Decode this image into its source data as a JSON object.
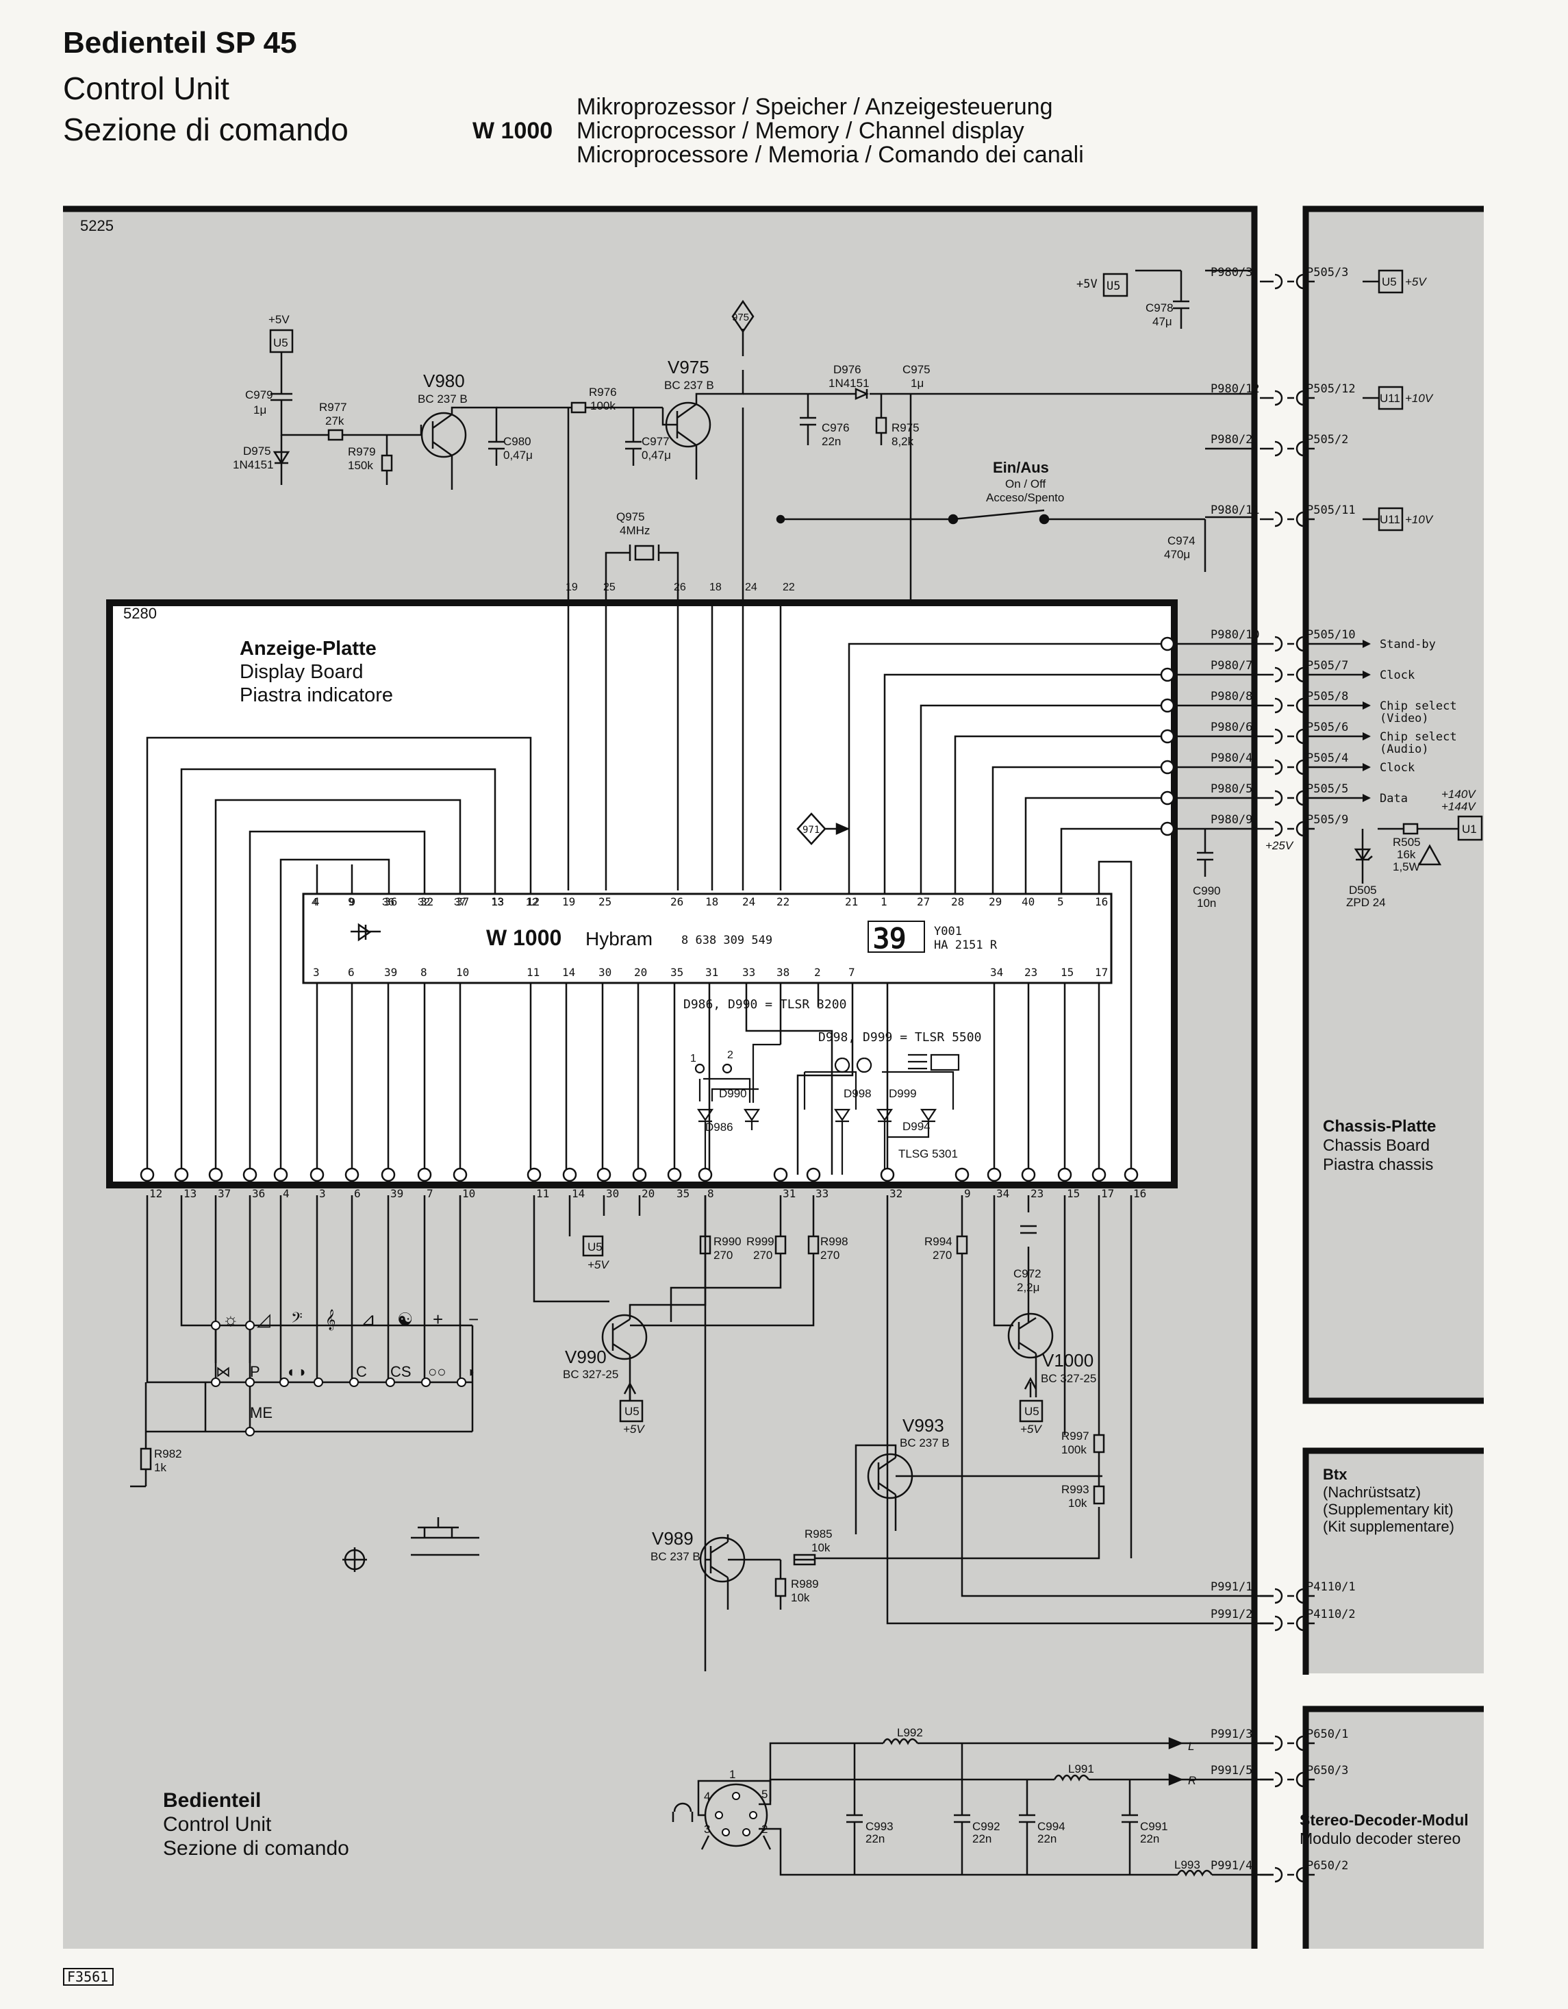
{
  "header": {
    "title": "Bedienteil SP 45",
    "subtitle_en": "Control Unit",
    "subtitle_it": "Sezione di comando",
    "model": "W 1000",
    "desc_de": "Mikroprozessor / Speicher / Anzeigesteuerung",
    "desc_en": "Microprocessor / Memory / Channel display",
    "desc_it": "Microprocessore / Memoria / Comando dei canali"
  },
  "boards": {
    "outer_id": "5225",
    "display_id": "5280",
    "display_de": "Anzeige-Platte",
    "display_en": "Display Board",
    "display_it": "Piastra indicatore",
    "chassis_de": "Chassis-Platte",
    "chassis_en": "Chassis Board",
    "chassis_it": "Piastra chassis",
    "btx_title": "Btx",
    "btx_de": "(Nachrüstsatz)",
    "btx_en": "(Supplementary kit)",
    "btx_it": "(Kit supplementare)",
    "stereo_de": "Stereo-Decoder-Modul",
    "stereo_it": "Modulo decoder stereo",
    "control_de": "Bedienteil",
    "control_en": "Control Unit",
    "control_it": "Sezione di comando",
    "footer_code": "F3561"
  },
  "chip": {
    "label": "W 1000",
    "name": "Hybram",
    "part": "8 638 309 549",
    "display_digits": "39",
    "display_ref": "Y001",
    "display_part": "HA 2151 R",
    "top_pins": [
      "4",
      "9",
      "36",
      "32",
      "37",
      "13",
      "12",
      "19",
      "25",
      "26",
      "18",
      "24",
      "22",
      "21",
      "1",
      "27",
      "28",
      "29",
      "40",
      "5",
      "16"
    ],
    "bottom_pins": [
      "3",
      "6",
      "39",
      "8",
      "10",
      "11",
      "14",
      "30",
      "20",
      "35",
      "31",
      "33",
      "38",
      "2",
      "7",
      "34",
      "23",
      "15",
      "17"
    ]
  },
  "components": {
    "u5": "U5",
    "plus5": "+5V",
    "u1": "U1",
    "u11": "U11",
    "plus10": "+10V",
    "v980": "V980",
    "v980_type": "BC 237 B",
    "v975": "V975",
    "v975_type": "BC 237 B",
    "c979": "C979",
    "c979_v": "1μ",
    "r977": "R977",
    "r977_v": "27k",
    "d975": "D975",
    "d975_v": "1N4151",
    "r979": "R979",
    "r979_v": "150k",
    "c980": "C980",
    "c980_v": "0,47μ",
    "r976": "R976",
    "r976_v": "100k",
    "c977": "C977",
    "c977_v": "0,47μ",
    "q975": "Q975",
    "q975_v": "4MHz",
    "tp975": "975",
    "tp971": "971",
    "d976": "D976",
    "d976_v": "1N4151",
    "c975": "C975",
    "c975_v": "1μ",
    "c976": "C976",
    "c976_v": "22n",
    "r975": "R975",
    "r975_v": "8,2k",
    "c978": "C978",
    "c978_v": "47μ",
    "c974": "C974",
    "c974_v": "470μ",
    "switch_de": "Ein/Aus",
    "switch_en": "On / Off",
    "switch_it": "Acceso/Spento",
    "c990": "C990",
    "c990_v": "10n",
    "r505": "R505",
    "r505_v": "16k",
    "r505_w": "1,5W",
    "d505": "D505",
    "d505_v": "ZPD 24",
    "v140": "+140V",
    "v144": "+144V",
    "v25": "+25V",
    "led_note1": "D986, D990 = TLSR 3200",
    "led_note2": "D998, D999 = TLSR 5500",
    "d990": "D990",
    "d986": "D986",
    "d998": "D998",
    "d999": "D999",
    "d994": "D994",
    "d994_v": "TLSG 5301",
    "r990": "R990",
    "r990_v": "270",
    "r999": "R999",
    "r999_v": "270",
    "r998": "R998",
    "r998_v": "270",
    "r994": "R994",
    "r994_v": "270",
    "c972": "C972",
    "c972_v": "2,2μ",
    "v990": "V990",
    "v990_type": "BC 327-25",
    "v1000": "V1000",
    "v1000_type": "BC 327-25",
    "v993": "V993",
    "v993_type": "BC 237 B",
    "v989": "V989",
    "v989_type": "BC 237 B",
    "r997": "R997",
    "r997_v": "100k",
    "r993": "R993",
    "r993_v": "10k",
    "r985": "R985",
    "r985_v": "10k",
    "r989": "R989",
    "r989_v": "10k",
    "r982": "R982",
    "r982_v": "1k",
    "me": "ME",
    "l992": "L992",
    "l991": "L991",
    "l993": "L993",
    "c993": "C993",
    "c993_v": "22n",
    "c992": "C992",
    "c992_v": "22n",
    "c994": "C994",
    "c994_v": "22n",
    "c991": "C991",
    "c991_v": "22n",
    "l_label": "L",
    "r_label": "R"
  },
  "connectors": [
    {
      "p": "P980/3",
      "q": "P505/3",
      "sig": ""
    },
    {
      "p": "P980/12",
      "q": "P505/12",
      "sig": ""
    },
    {
      "p": "P980/2",
      "q": "P505/2",
      "sig": ""
    },
    {
      "p": "P980/11",
      "q": "P505/11",
      "sig": ""
    },
    {
      "p": "P980/10",
      "q": "P505/10",
      "sig": "Stand-by"
    },
    {
      "p": "P980/7",
      "q": "P505/7",
      "sig": "Clock"
    },
    {
      "p": "P980/8",
      "q": "P505/8",
      "sig": "Chip select (Video)"
    },
    {
      "p": "P980/6",
      "q": "P505/6",
      "sig": "Chip select (Audio)"
    },
    {
      "p": "P980/4",
      "q": "P505/4",
      "sig": "Clock"
    },
    {
      "p": "P980/5",
      "q": "P505/5",
      "sig": "Data"
    },
    {
      "p": "P980/9",
      "q": "P505/9",
      "sig": ""
    },
    {
      "p": "P991/1",
      "q": "P4110/1",
      "sig": ""
    },
    {
      "p": "P991/2",
      "q": "P4110/2",
      "sig": ""
    },
    {
      "p": "P991/3",
      "q": "P650/1",
      "sig": ""
    },
    {
      "p": "P991/5",
      "q": "P650/3",
      "sig": ""
    },
    {
      "p": "P991/4",
      "q": "P650/2",
      "sig": ""
    }
  ],
  "board_pins": [
    "12",
    "13",
    "37",
    "36",
    "4",
    "3",
    "6",
    "39",
    "7",
    "10",
    "11",
    "14",
    "30",
    "20",
    "35",
    "8",
    "31",
    "33",
    "32",
    "9",
    "34",
    "23",
    "15",
    "17",
    "16"
  ],
  "keys_row1": [
    "☼",
    "◿",
    "𝄢",
    "𝄞",
    "⊿",
    "☯",
    "+",
    "−"
  ],
  "keys_row2": [
    "⋈",
    "P",
    "◐◑",
    "C",
    "CS",
    "○○",
    "◑"
  ],
  "din_pins": [
    "1",
    "2",
    "3",
    "4",
    "5"
  ]
}
